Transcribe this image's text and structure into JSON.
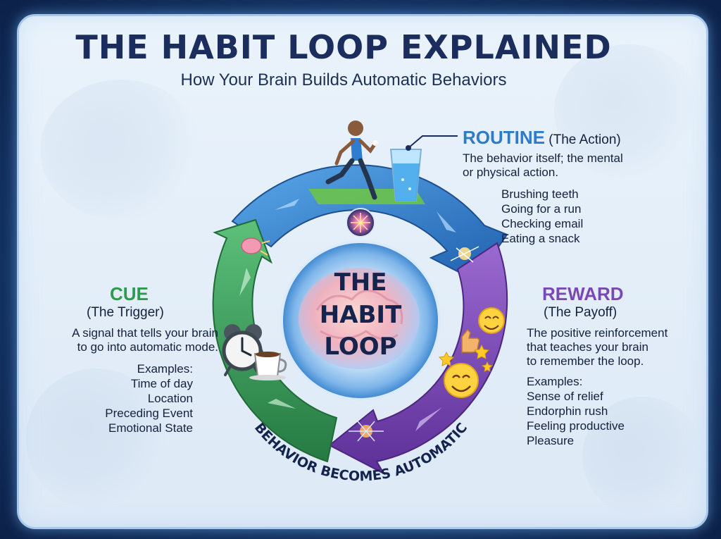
{
  "title": "THE HABIT LOOP EXPLAINED",
  "subtitle": "How Your Brain Builds Automatic Behaviors",
  "center": {
    "line1": "THE",
    "line2": "HABIT",
    "line3": "LOOP"
  },
  "routine": {
    "heading": "ROUTINE",
    "heading_suffix": " (The Action)",
    "description_line1": "The behavior itself; the mental",
    "description_line2": "or physical action.",
    "examples": [
      "Brushing teeth",
      "Going for a run",
      "Checking email",
      "Eating a snack"
    ]
  },
  "cue": {
    "heading": "CUE",
    "subheading": "(The Trigger)",
    "description_line1": "A signal that tells your brain",
    "description_line2": "to go into automatic mode.",
    "examples_label": "Examples:",
    "examples": [
      "Time of day",
      "Location",
      "Preceding Event",
      "Emotional State"
    ]
  },
  "reward": {
    "heading": "REWARD",
    "subheading": "(The Payoff)",
    "description_line1": "The positive reinforcement",
    "description_line2": "that teaches your brain",
    "description_line3": "to remember the loop.",
    "examples_label": "Examples:",
    "examples": [
      "Sense of relief",
      "Endorphin rush",
      "Feeling productive",
      "Pleasure"
    ]
  },
  "bottom_arc_text": "BEHAVIOR BECOMES AUTOMATIC",
  "colors": {
    "routine": "#2f7bc9",
    "cue": "#3aa35b",
    "reward": "#7a48b5",
    "title": "#1a2d5c"
  },
  "icons": [
    "runner-icon",
    "water-glass-icon",
    "alarm-clock-icon",
    "coffee-cup-icon",
    "brain-spark-icon",
    "smiley-icon",
    "thumbs-up-icon",
    "star-icon"
  ]
}
